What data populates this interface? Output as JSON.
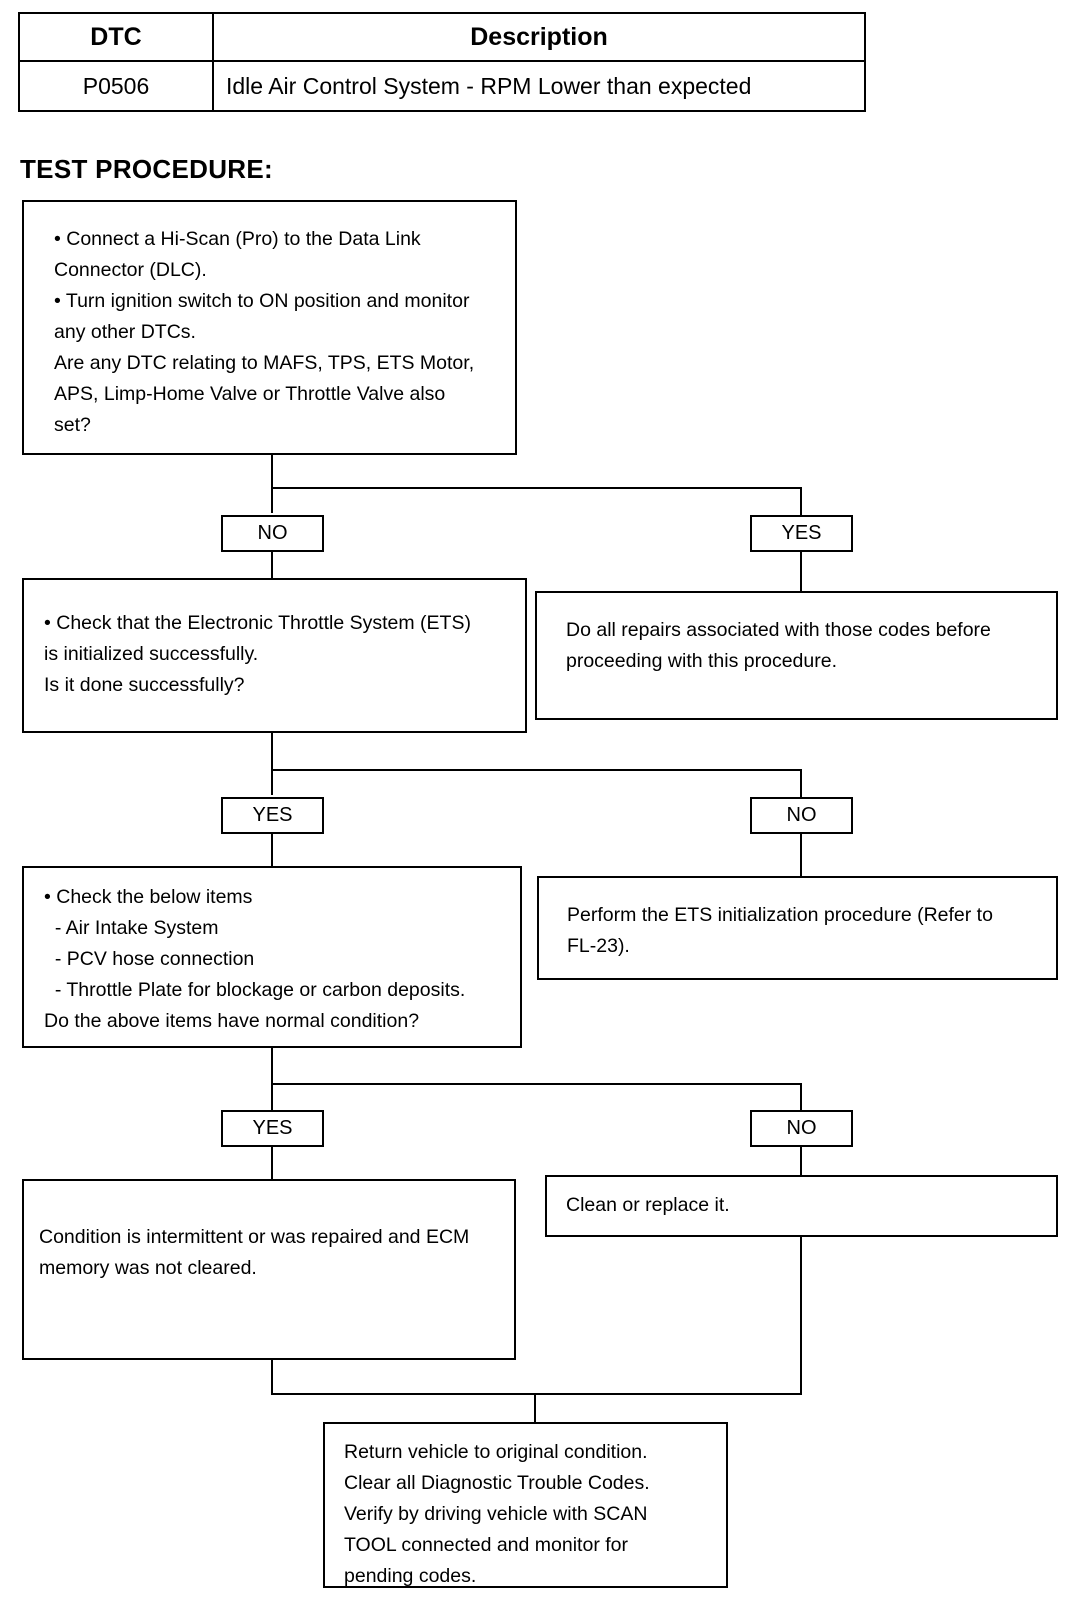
{
  "dtc_table": {
    "headers": [
      "DTC",
      "Description"
    ],
    "rows": [
      [
        "P0506",
        "Idle Air Control System - RPM Lower than expected"
      ]
    ]
  },
  "section": {
    "heading": "TEST PROCEDURE:"
  },
  "flowchart": {
    "nodes": {
      "step1": {
        "lines": [
          "• Connect a Hi-Scan (Pro) to the Data Link",
          "Connector (DLC).",
          "• Turn ignition switch to ON position and monitor",
          "any other DTCs.",
          "Are any DTC relating to MAFS, TPS, ETS Motor,",
          "APS, Limp-Home Valve or Throttle Valve also",
          "set?"
        ]
      },
      "step1_yes_result": {
        "lines": [
          "Do all repairs associated with those codes before",
          "proceeding with this procedure."
        ]
      },
      "step2": {
        "lines": [
          "• Check that the Electronic Throttle System (ETS)",
          "is initialized successfully.",
          "Is it done successfully?"
        ]
      },
      "step2_no_result": {
        "lines": [
          "Perform the ETS initialization procedure (Refer to",
          "FL-23)."
        ]
      },
      "step3": {
        "lines": [
          "• Check the below items",
          "  - Air Intake System",
          "  - PCV hose connection",
          "  - Throttle Plate for blockage or carbon deposits.",
          "Do the above items have normal condition?"
        ]
      },
      "step3_no_result": {
        "lines": [
          "Clean or replace it."
        ]
      },
      "step3_yes_result": {
        "lines": [
          "Condition is intermittent or was repaired and ECM",
          "memory was not cleared."
        ]
      },
      "final": {
        "lines": [
          "Return vehicle to original condition.",
          "Clear all Diagnostic Trouble Codes.",
          "Verify by driving vehicle with SCAN",
          "TOOL connected and monitor for",
          "pending codes."
        ]
      }
    },
    "branch_labels": {
      "b1_left": "NO",
      "b1_right": "YES",
      "b2_left": "YES",
      "b2_right": "NO",
      "b3_left": "YES",
      "b3_right": "NO"
    },
    "colors": {
      "line": "#000000",
      "box_fill": "#ffffff",
      "text": "#000000"
    }
  }
}
